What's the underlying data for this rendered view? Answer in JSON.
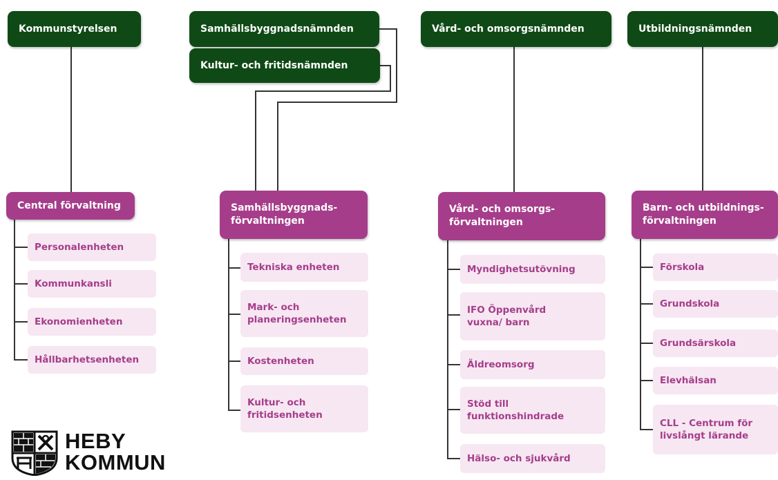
{
  "boards": {
    "kommunstyrelsen": "Kommunstyrelsen",
    "samhallsbyggnadsnamnden": "Samhällsbyggnadsnämnden",
    "kultur_fritidsnamnden": "Kultur- och fritidsnämnden",
    "vard_omsorgsnamnden": "Vård- och omsorgsnämnden",
    "utbildningsnamnden": "Utbildningsnämnden"
  },
  "administrations": {
    "central": "Central förvaltning",
    "samhallsbyggnad": "Samhällsbyggnads- förvaltningen",
    "vard_omsorg": "Vård- och omsorgs- förvaltningen",
    "barn_utbildning": "Barn- och utbildnings- förvaltningen"
  },
  "units": {
    "central": [
      "Personalenheten",
      "Kommunkansli",
      "Ekonomienheten",
      "Hållbarhetsenheten"
    ],
    "samhallsbyggnad": [
      "Tekniska enheten",
      "Mark- och planeringsenheten",
      "Kostenheten",
      "Kultur- och fritidsenheten"
    ],
    "vard_omsorg": [
      "Myndighetsutövning",
      "IFO Öppenvård vuxna/ barn",
      "Äldreomsorg",
      "Stöd till funktionshindrade",
      "Hälso- och sjukvård"
    ],
    "barn_utbildning": [
      "Förskola",
      "Grundskola",
      "Grundsärskola",
      "Elevhälsan",
      "CLL - Centrum för livslångt lärande"
    ]
  },
  "logo": {
    "line1": "HEBY",
    "line2": "KOMMUN"
  },
  "colors": {
    "board": "#0f4a16",
    "administration": "#a63d8b",
    "unit_bg": "#f6e7f2",
    "unit_text": "#a63d8b"
  }
}
